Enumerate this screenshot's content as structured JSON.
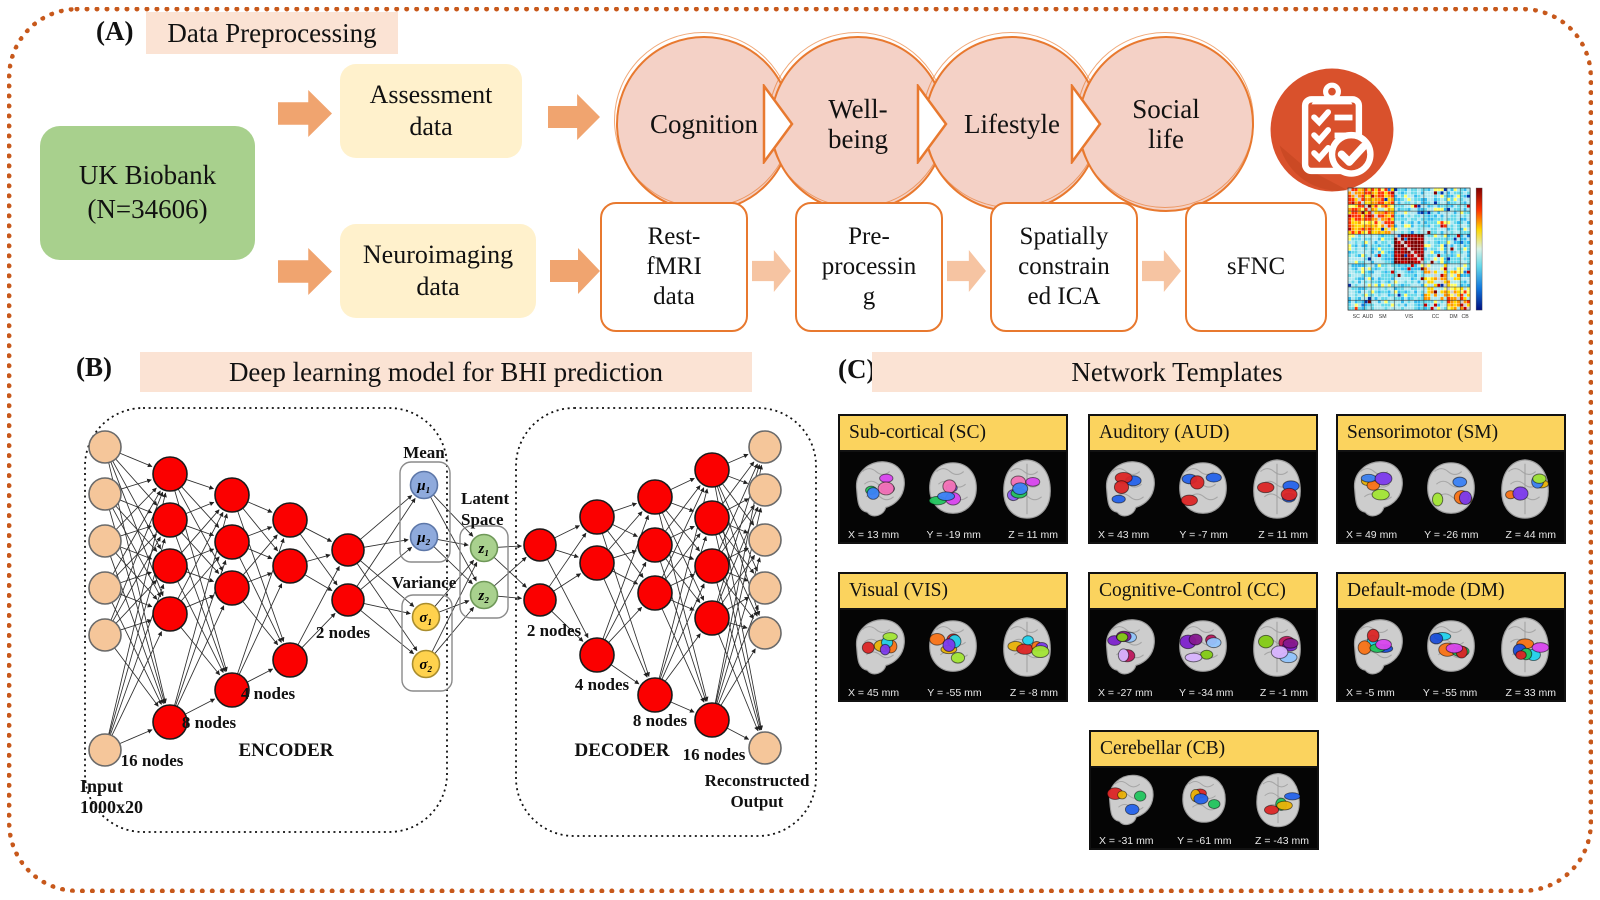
{
  "panel_a": {
    "label": "(A)",
    "title": "Data Preprocessing",
    "source_box": "UK Biobank\n(N=34606)",
    "assessment_box": "Assessment\ndata",
    "neuroimaging_box": "Neuroimaging\ndata",
    "assessment_items": [
      "Cognition",
      "Well-\nbeing",
      "Lifestyle",
      "Social\nlife"
    ],
    "pipeline_boxes": [
      "Rest-\nfMRI\ndata",
      "Pre-\nprocessin\ng",
      "Spatially\nconstrain\ned ICA",
      "sFNC"
    ],
    "matrix_axis_labels": [
      "SC",
      "AUD",
      "SM",
      "VIS",
      "CC",
      "DM",
      "CB"
    ]
  },
  "panel_b": {
    "label": "(B)",
    "title": "Deep learning model for BHI prediction",
    "network": {
      "input_label": "Input\n1000x20",
      "output_label": "Reconstructed\nOutput",
      "encoder_label": "ENCODER",
      "decoder_label": "DECODER",
      "mean_label": "Mean",
      "variance_label": "Variance",
      "latent_label": "Latent\nSpace",
      "encoder_layer_labels": [
        "16 nodes",
        "8 nodes",
        "4 nodes",
        "2 nodes"
      ],
      "decoder_layer_labels": [
        "2 nodes",
        "4 nodes",
        "8 nodes",
        "16 nodes"
      ],
      "mu_labels": [
        "μ₁",
        "μ₂"
      ],
      "sigma_labels": [
        "σ₁",
        "σ₂"
      ],
      "z_labels": [
        "z₁",
        "z₂"
      ]
    }
  },
  "panel_c": {
    "label": "(C)",
    "title": "Network Templates",
    "cards": [
      {
        "title": "Sub-cortical  (SC)",
        "coords": [
          "X = 13 mm",
          "Y = -19 mm",
          "Z = 11 mm"
        ],
        "blob_colors": [
          "#d946ef",
          "#8b5cf6",
          "#22c55e",
          "#f472b6",
          "#3b82f6"
        ]
      },
      {
        "title": "Auditory  (AUD)",
        "coords": [
          "X = 43 mm",
          "Y = -7 mm",
          "Z = 11 mm"
        ],
        "blob_colors": [
          "#2563eb",
          "#dc2626",
          "#2563eb",
          "#dc2626"
        ]
      },
      {
        "title": "Sensorimotor  (SM)",
        "coords": [
          "X = 49 mm",
          "Y = -26 mm",
          "Z = 44 mm"
        ],
        "blob_colors": [
          "#eab308",
          "#f97316",
          "#3b82f6",
          "#a3e635",
          "#7c3aed"
        ]
      },
      {
        "title": "Visual  (VIS)",
        "coords": [
          "X = 45 mm",
          "Y = -55 mm",
          "Z = -8 mm"
        ],
        "blob_colors": [
          "#eab308",
          "#dc2626",
          "#f97316",
          "#22d3ee",
          "#7c3aed",
          "#a3e635"
        ]
      },
      {
        "title": "Cognitive-Control  (CC)",
        "coords": [
          "X = -27 mm",
          "Y = -34 mm",
          "Z = -1 mm"
        ],
        "blob_colors": [
          "#be185d",
          "#7e22ce",
          "#93c5fd",
          "#86198f",
          "#84cc16",
          "#d8b4fe"
        ]
      },
      {
        "title": "Default-mode  (DM)",
        "coords": [
          "X = -5 mm",
          "Y = -55 mm",
          "Z = 33 mm"
        ],
        "blob_colors": [
          "#22d3ee",
          "#f97316",
          "#1d4ed8",
          "#22c55e",
          "#dc2626",
          "#d946ef"
        ]
      },
      {
        "title": "Cerebellar  (CB)",
        "coords": [
          "X = -31 mm",
          "Y = -61 mm",
          "Z = -43 mm"
        ],
        "blob_colors": [
          "#22c55e",
          "#dc2626",
          "#eab308",
          "#2563eb"
        ]
      }
    ]
  },
  "colors": {
    "accent_orange": "#e8792f",
    "deep_orange": "#d9512c",
    "peach_header": "#fbe3d4",
    "yellow_box": "#fff1cc",
    "green_box": "#a8d08d",
    "card_gold": "#fbd35e",
    "node_red": "#fb0000",
    "node_peach": "#f5c69a",
    "node_blue": "#8faadc",
    "node_yellow": "#ffd24d",
    "node_green": "#a9d18e",
    "dotted_border": "#c7581b"
  }
}
